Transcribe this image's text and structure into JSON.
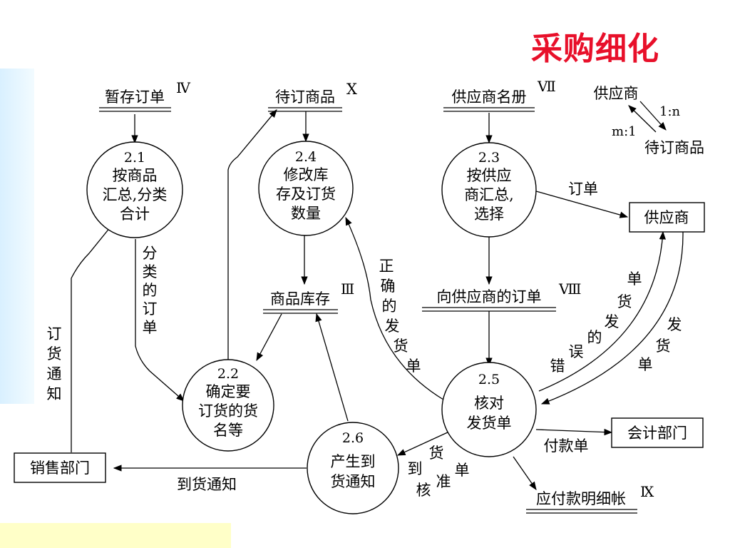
{
  "title": "采购细化",
  "colors": {
    "title": "#e8102a",
    "line": "#000000",
    "band_blue": "#d9f0ff",
    "band_yellow": "#ffffc8"
  },
  "stores": {
    "s_iv": {
      "label": "暂存订单",
      "tag": "Ⅳ"
    },
    "s_x": {
      "label": "待订商品",
      "tag": "X"
    },
    "s_vii": {
      "label": "供应商名册",
      "tag": "Ⅶ"
    },
    "s_iii": {
      "label": "商品库存",
      "tag": "Ⅲ"
    },
    "s_viii": {
      "label": "向供应商的订单",
      "tag": "Ⅷ"
    },
    "s_ix": {
      "label": "应付款明细帐",
      "tag": "Ⅸ"
    }
  },
  "processes": {
    "p21": {
      "id": "2.1",
      "lines": [
        "按商品",
        "汇总,分类",
        "合计"
      ]
    },
    "p24": {
      "id": "2.4",
      "lines": [
        "修改库",
        "存及订货",
        "数量"
      ]
    },
    "p23": {
      "id": "2.3",
      "lines": [
        "按供应",
        "商汇总,",
        "选择"
      ]
    },
    "p22": {
      "id": "2.2",
      "lines": [
        "确定要",
        "订货的货",
        "名等"
      ]
    },
    "p25": {
      "id": "2.5",
      "lines": [
        "核对",
        "发货单"
      ]
    },
    "p26": {
      "id": "2.6",
      "lines": [
        "产生到",
        "货通知"
      ]
    }
  },
  "entities": {
    "supplier": "供应商",
    "accounting": "会计部门",
    "sales": "销售部门"
  },
  "flows": {
    "order": "订单",
    "classified_order": [
      "分",
      "类",
      "的",
      "订",
      "单"
    ],
    "order_notice": [
      "订",
      "货",
      "通",
      "知"
    ],
    "correct_invoice": [
      "正",
      "确",
      "的",
      "发",
      "货",
      "单"
    ],
    "wrong_invoice": [
      "错",
      "误",
      "的",
      "发",
      "货",
      "单"
    ],
    "invoice": [
      "发",
      "货",
      "单"
    ],
    "payment": "付款单",
    "arrival_notice": "到货通知",
    "approved": [
      "到",
      "核",
      "货",
      "准",
      "单"
    ]
  },
  "legend": {
    "top": "供应商",
    "bottom": "待订商品",
    "ratio_right": "1:n",
    "ratio_left": "m:1"
  }
}
